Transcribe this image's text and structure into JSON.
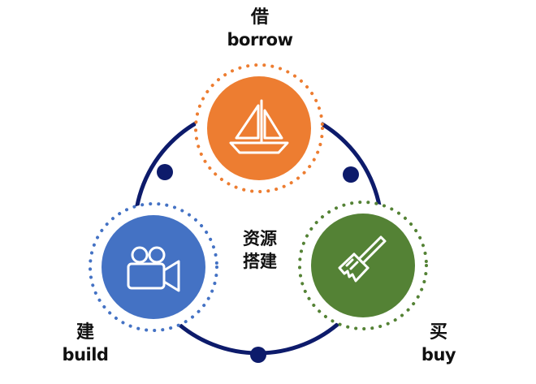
{
  "center": {
    "line1": "资源",
    "line2": "搭建"
  },
  "nodes": {
    "borrow": {
      "zh": "借",
      "en": "borrow",
      "color": "#ED7D31",
      "icon": "sailboat-icon"
    },
    "build": {
      "zh": "建",
      "en": "build",
      "color": "#4472C4",
      "icon": "video-camera-icon"
    },
    "buy": {
      "zh": "买",
      "en": "buy",
      "color": "#548235",
      "icon": "paintbrush-icon"
    }
  },
  "colors": {
    "ring": "#0D1B6B"
  }
}
